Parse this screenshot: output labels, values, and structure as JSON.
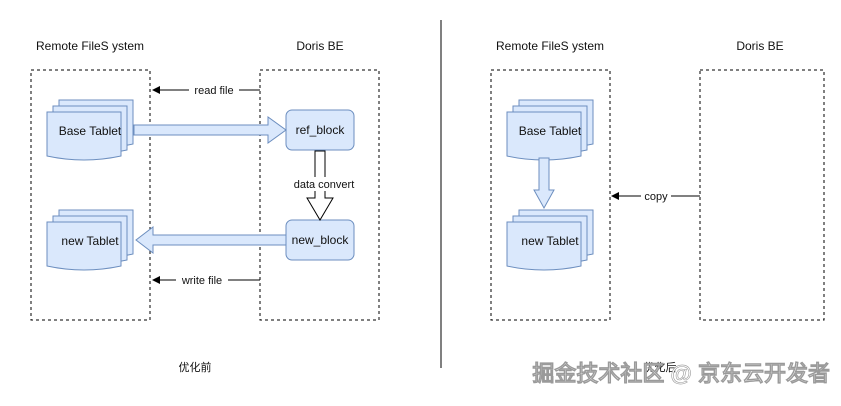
{
  "left": {
    "remote_title": "Remote FileS ystem",
    "be_title": "Doris BE",
    "base_tablet": "Base Tablet",
    "new_tablet": "new Tablet",
    "ref_block": "ref_block",
    "new_block": "new_block",
    "read_file": "read file",
    "write_file": "write file",
    "data_convert": "data convert",
    "caption": "优化前"
  },
  "right": {
    "remote_title": "Remote FileS ystem",
    "be_title": "Doris BE",
    "base_tablet": "Base Tablet",
    "new_tablet": "new Tablet",
    "copy": "copy",
    "caption": "优化后"
  },
  "watermark": "掘金技术社区 @ 京东云开发者",
  "colors": {
    "node_fill": "#dae8fc",
    "node_stroke": "#6c8ebf",
    "line": "#000000"
  }
}
